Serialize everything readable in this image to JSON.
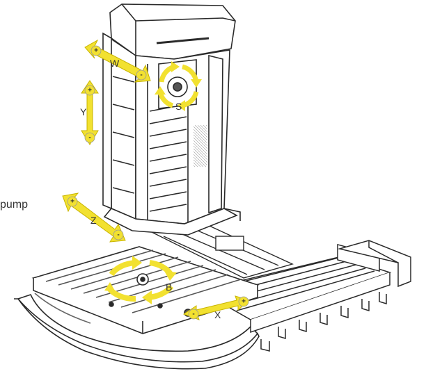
{
  "side_text": "pump",
  "axes": {
    "w": {
      "label": "W",
      "plus": "+",
      "minus": "-"
    },
    "y": {
      "label": "Y",
      "plus": "+",
      "minus": "-"
    },
    "s": {
      "label": "S"
    },
    "z": {
      "label": "Z",
      "plus": "+",
      "minus": "-"
    },
    "b": {
      "label": "B"
    },
    "x": {
      "label": "X",
      "plus": "+",
      "minus": "-"
    }
  },
  "colors": {
    "arrow": "#F2E130",
    "arrow_edge": "#C8B400",
    "line": "#2a2a2a",
    "label": "#333333"
  },
  "icons": {
    "w": "double-arrow-diagonal-icon",
    "y": "double-arrow-vertical-icon",
    "s": "rotation-arrows-icon",
    "z": "double-arrow-diagonal-icon",
    "b": "rotation-arrows-icon",
    "x": "double-arrow-horizontal-icon"
  }
}
